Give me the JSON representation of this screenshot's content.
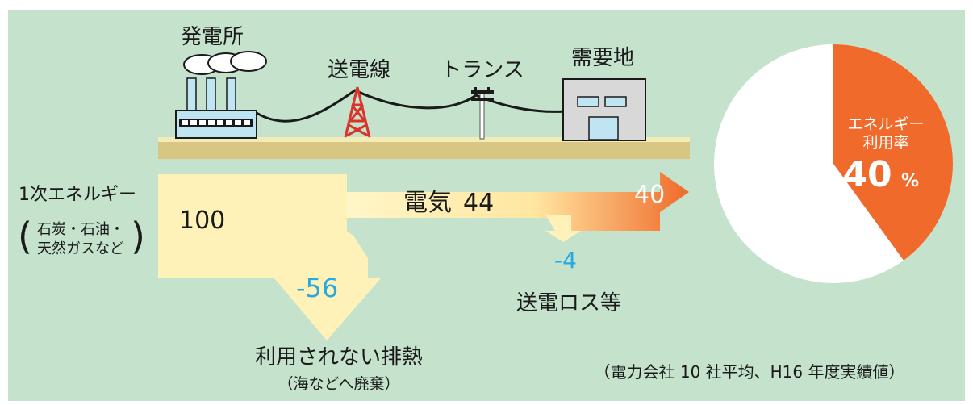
{
  "colors": {
    "background": "#c4e2cc",
    "ground": "#d7c783",
    "accent_orange": "#f06a2b",
    "arrow_pale": "#fff2b8",
    "blue_value": "#2aa8e0",
    "tower_red": "#d9332a",
    "pie_white": "#ffffff"
  },
  "labels": {
    "power_plant": "発電所",
    "transmission_line": "送電線",
    "transformer": "トランス",
    "demand_area": "需要地",
    "primary_energy": "1次エネルギー",
    "fuel_types_line1": "石炭・石油・",
    "fuel_types_line2": "天然ガスなど",
    "input_value": "100",
    "electricity": "電気",
    "electricity_value": "44",
    "output_value": "40",
    "waste_heat_value": "-56",
    "waste_heat_label": "利用されない排熱",
    "waste_heat_note": "（海などへ廃棄）",
    "transmission_loss_value": "-4",
    "transmission_loss_label": "送電ロス等",
    "source_note": "（電力会社 10 社平均、H16 年度実績値）",
    "pie_label_line1": "エネルギー",
    "pie_label_line2": "利用率",
    "pie_value": "40",
    "pie_unit": "%"
  },
  "icons": {
    "power_plant": "power-plant-icon",
    "tower": "transmission-tower-icon",
    "transformer_pole": "utility-pole-icon",
    "building": "building-icon",
    "smoke": "smoke-icon"
  },
  "pie": {
    "highlight_fraction": 0.4
  }
}
